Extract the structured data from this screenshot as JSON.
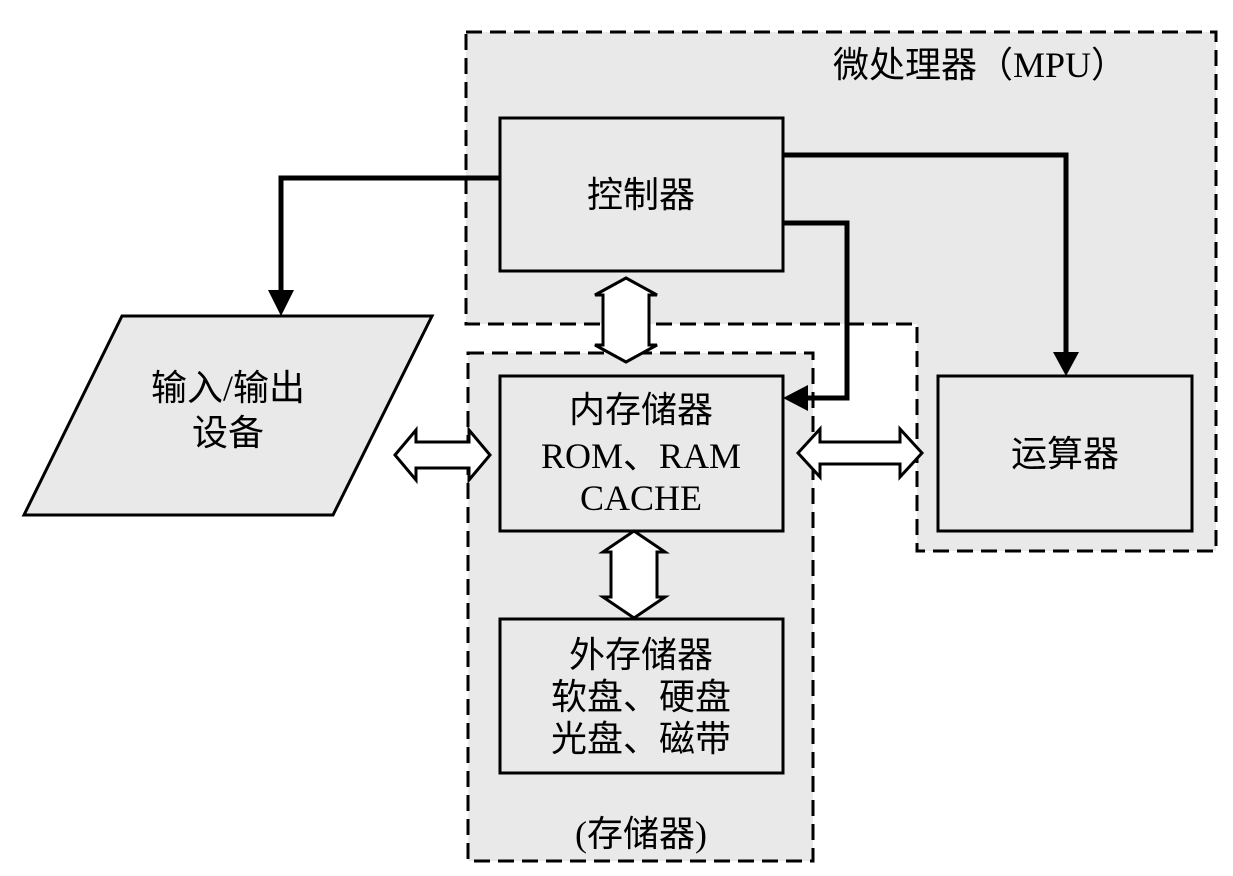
{
  "mpu": {
    "title": "微处理器（MPU）"
  },
  "controller": {
    "label": "控制器"
  },
  "alu": {
    "label": "运算器"
  },
  "io": {
    "line1": "输入/输出",
    "line2": "设备"
  },
  "internal_memory": {
    "line1": "内存储器",
    "line2": "ROM、RAM",
    "line3": "CACHE"
  },
  "external_memory": {
    "line1": "外存储器",
    "line2": "软盘、硬盘",
    "line3": "光盘、磁带"
  },
  "memory_group": {
    "title": "(存储器)"
  },
  "colors": {
    "region_fill": "#e9e9e9",
    "stroke": "#000000",
    "background": "#ffffff"
  }
}
